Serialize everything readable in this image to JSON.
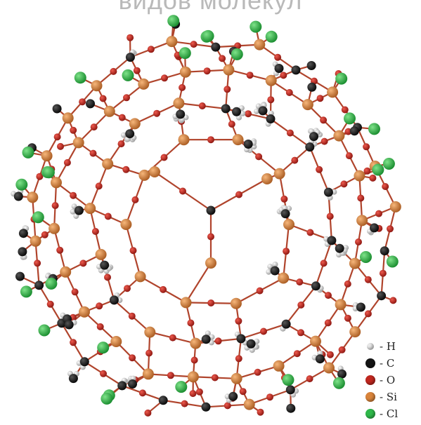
{
  "header": {
    "caption": "видов молекул"
  },
  "colors": {
    "H": "#e8e8e8",
    "C": "#151515",
    "O": "#c0271f",
    "Si": "#d9843b",
    "Cl": "#2fb84a",
    "bond": "#b0442c"
  },
  "legend": [
    {
      "element": "H",
      "label": "- H"
    },
    {
      "element": "C",
      "label": "- C"
    },
    {
      "element": "O",
      "label": "- O"
    },
    {
      "element": "Si",
      "label": "- Si"
    },
    {
      "element": "Cl",
      "label": "- Cl"
    }
  ]
}
